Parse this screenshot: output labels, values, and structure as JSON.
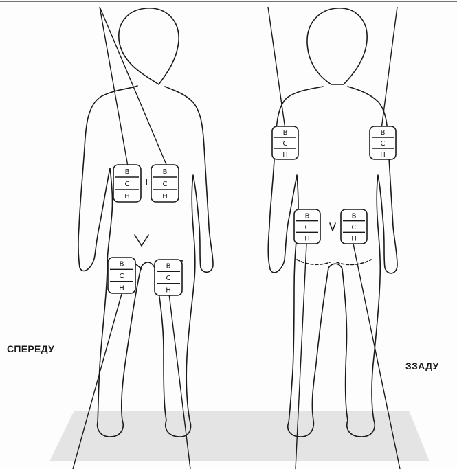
{
  "labels": {
    "front": "СПЕРЕДУ",
    "back": "ЗЗАДУ"
  },
  "zone_letters": {
    "top": "В",
    "middle": "С",
    "bottom": "Н",
    "bottom_alt": "П"
  },
  "colors": {
    "floor": "#e4e4e4",
    "outline": "#1a1a1a"
  }
}
